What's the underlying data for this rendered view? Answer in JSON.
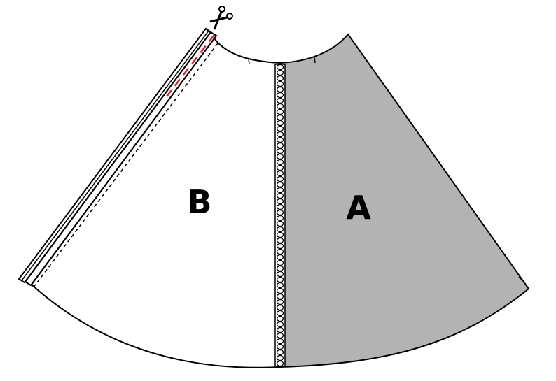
{
  "diagram": {
    "panels": [
      {
        "id": "B",
        "label": "B",
        "fill": "#ffffff"
      },
      {
        "id": "A",
        "label": "A",
        "fill": "#b3b3b3"
      }
    ],
    "colors": {
      "outline": "#000000",
      "cut_line": "#e0202a",
      "seam_binding": "#ffffff"
    },
    "icons": [
      "scissors-icon"
    ],
    "features": [
      "bound-seam",
      "dashed-stitch-line",
      "red-dashed-cut-line",
      "notch-marks"
    ]
  }
}
